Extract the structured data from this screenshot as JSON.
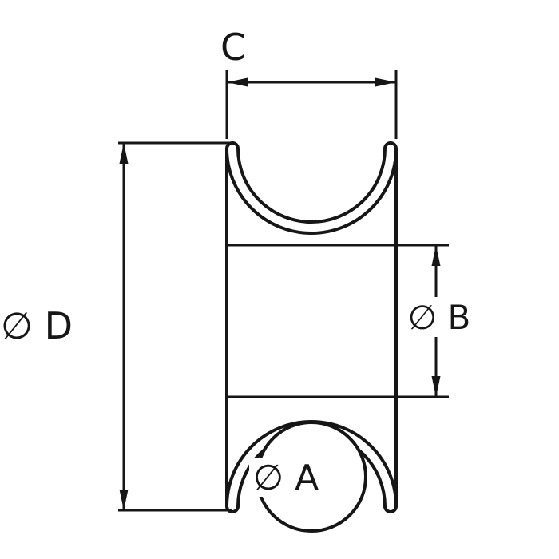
{
  "drawing": {
    "type": "technical-dimension-drawing",
    "subject": "spool-shaped ring / sheave side profile with bore circle",
    "labels": {
      "c": "C",
      "d": "∅ D",
      "b": "∅ B",
      "a": "∅ A"
    },
    "colors": {
      "line": "#161616",
      "background": "#ffffff"
    }
  }
}
